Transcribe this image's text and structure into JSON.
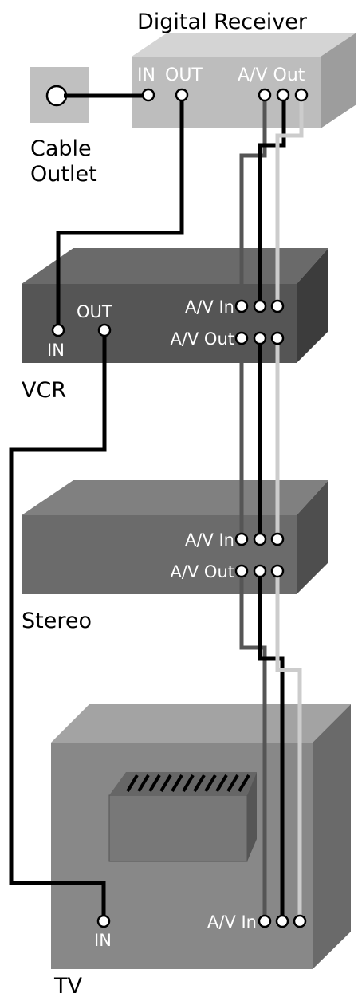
{
  "diagram": {
    "colors": {
      "cable_black": "#000000",
      "cable_dark": "#555555",
      "cable_light": "#cccccc",
      "receiver_face": "#bcbcbc",
      "vcr_face": "#555555",
      "stereo_face": "#6b6b6b",
      "tv_face": "#888888"
    },
    "outlet": {
      "label_line1": "Cable",
      "label_line2": "Outlet"
    },
    "receiver": {
      "title": "Digital Receiver",
      "in_label": "IN",
      "out_label": "OUT",
      "av_out_label": "A/V Out"
    },
    "vcr": {
      "name": "VCR",
      "in_label": "IN",
      "out_label": "OUT",
      "av_in_label": "A/V In",
      "av_out_label": "A/V Out"
    },
    "stereo": {
      "name": "Stereo",
      "av_in_label": "A/V In",
      "av_out_label": "A/V Out"
    },
    "tv": {
      "name": "TV",
      "in_label": "IN",
      "av_in_label": "A/V In"
    }
  }
}
